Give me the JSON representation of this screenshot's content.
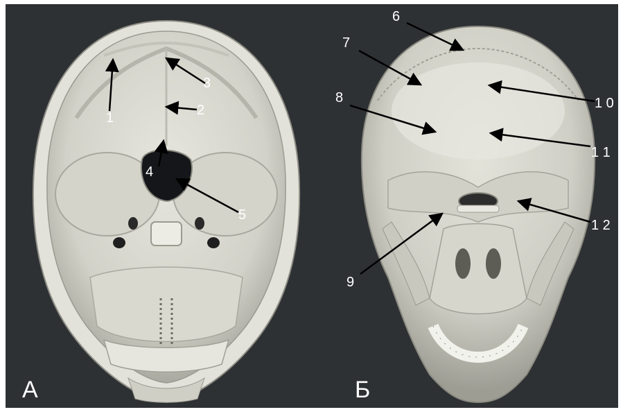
{
  "panels": {
    "a": {
      "letter": "А",
      "labels": [
        "1",
        "2",
        "3",
        "4",
        "5"
      ]
    },
    "b": {
      "letter": "Б",
      "labels": [
        "6",
        "7",
        "8",
        "9",
        "1 0",
        "1 1",
        "1 2"
      ]
    }
  },
  "colors": {
    "background": "#2e3134",
    "bone": "#dcdcd4",
    "bone_shadow": "#a7a79e",
    "label": "#ffffff",
    "arrow": "#000000"
  }
}
